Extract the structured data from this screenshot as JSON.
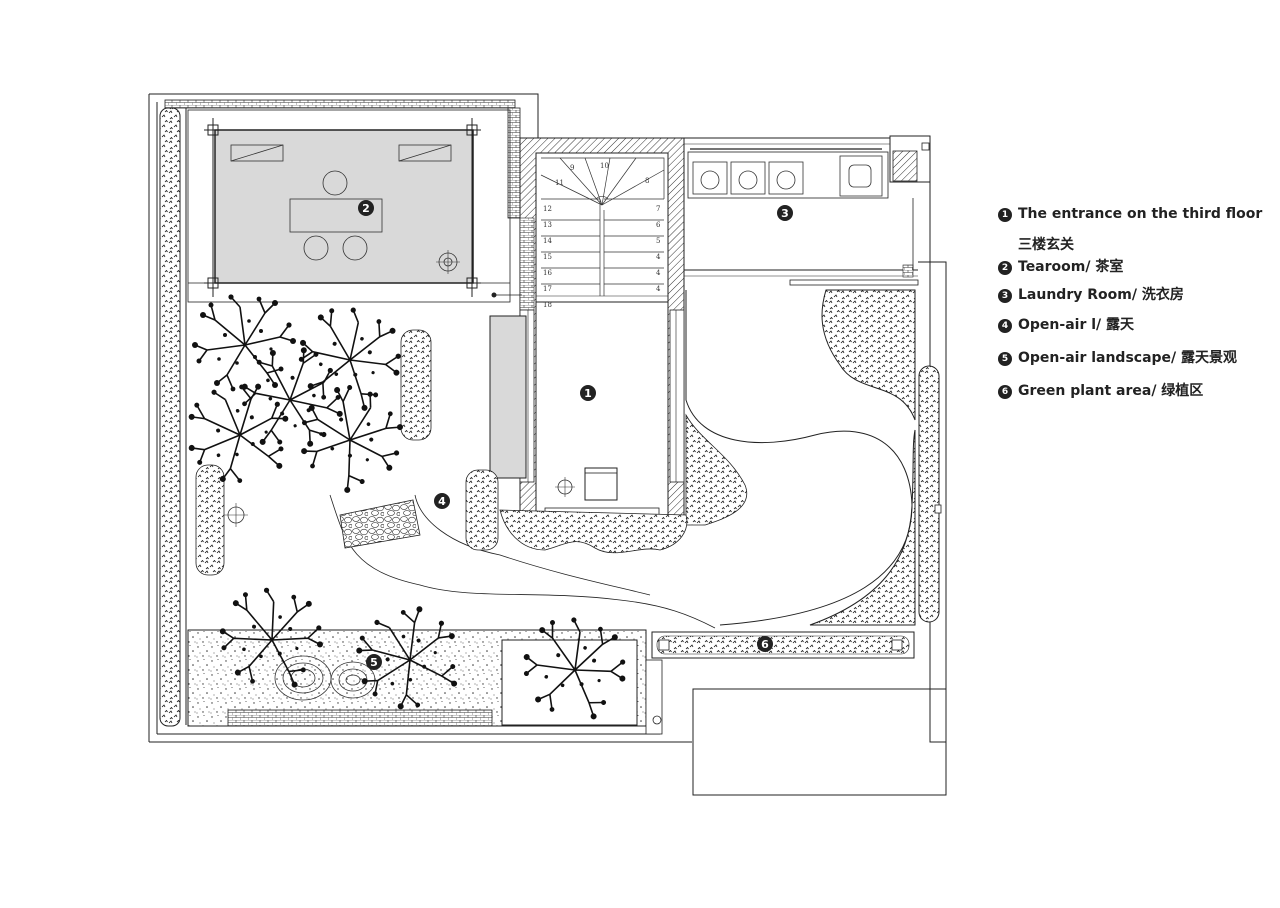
{
  "legend": {
    "items": [
      {
        "num": "1",
        "label": "The entrance on the third floor",
        "sub": "三楼玄关"
      },
      {
        "num": "2",
        "label": "Tearoom/ 茶室"
      },
      {
        "num": "3",
        "label": "Laundry Room/ 洗衣房"
      },
      {
        "num": "4",
        "label": "Open-air l/ 露天"
      },
      {
        "num": "5",
        "label": "Open-air landscape/ 露天景观"
      },
      {
        "num": "6",
        "label": "Green plant area/ 绿植区"
      }
    ]
  },
  "markers": [
    "1",
    "2",
    "3",
    "4",
    "5",
    "6"
  ],
  "stair_steps": {
    "left": [
      "12",
      "13",
      "14",
      "15",
      "16",
      "17",
      "18"
    ],
    "right": [
      "7",
      "6",
      "5",
      "4",
      "4",
      "4"
    ],
    "top": [
      "9",
      "10",
      "8",
      "11"
    ]
  },
  "colors": {
    "line": "#222222",
    "room_fill": "#d9d9d9",
    "vegetation": "#111111"
  }
}
